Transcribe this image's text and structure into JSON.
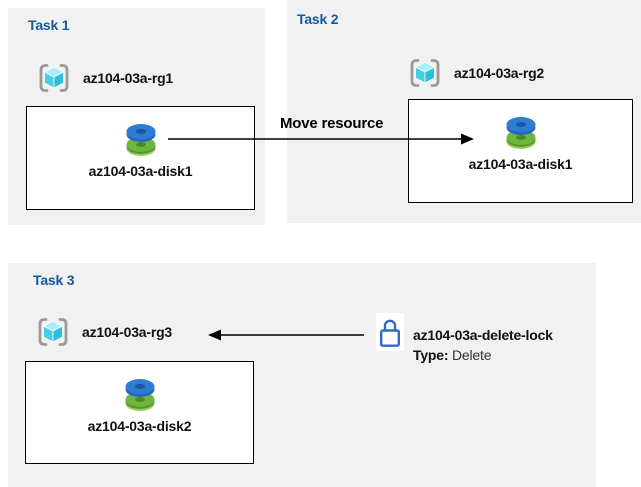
{
  "diagram": {
    "tasks": [
      {
        "title": "Task 1",
        "resource_group": "az104-03a-rg1",
        "resource": "az104-03a-disk1"
      },
      {
        "title": "Task 2",
        "resource_group": "az104-03a-rg2",
        "resource": "az104-03a-disk1"
      },
      {
        "title": "Task 3",
        "resource_group": "az104-03a-rg3",
        "resource": "az104-03a-disk2"
      }
    ],
    "move_arrow": {
      "label": "Move resource",
      "direction": "right"
    },
    "lock_arrow": {
      "direction": "left"
    },
    "delete_lock": {
      "name": "az104-03a-delete-lock",
      "type_label": "Type:",
      "type_value": "Delete"
    },
    "icons": {
      "resource_group": "resource-group-brackets-cube-icon",
      "disk": "managed-disk-icon",
      "lock": "lock-icon"
    },
    "colors": {
      "panel_bg": "#F1F1F1",
      "task_title_blue": "#14599C",
      "disk_blue": "#2F7CD3",
      "disk_blue_dark": "#2368C4",
      "disk_green": "#6CB83E",
      "disk_green_dark": "#55972B",
      "cube_cyan_light": "#A9EEFB",
      "cube_cyan": "#45CEE6",
      "cube_cyan_dark": "#2EBEDC",
      "bracket_gray": "#9A9A9A",
      "lock_blue": "#2F6BC6",
      "arrow_black": "#000000",
      "box_border": "#000000",
      "box_bg": "#FFFFFF"
    }
  }
}
